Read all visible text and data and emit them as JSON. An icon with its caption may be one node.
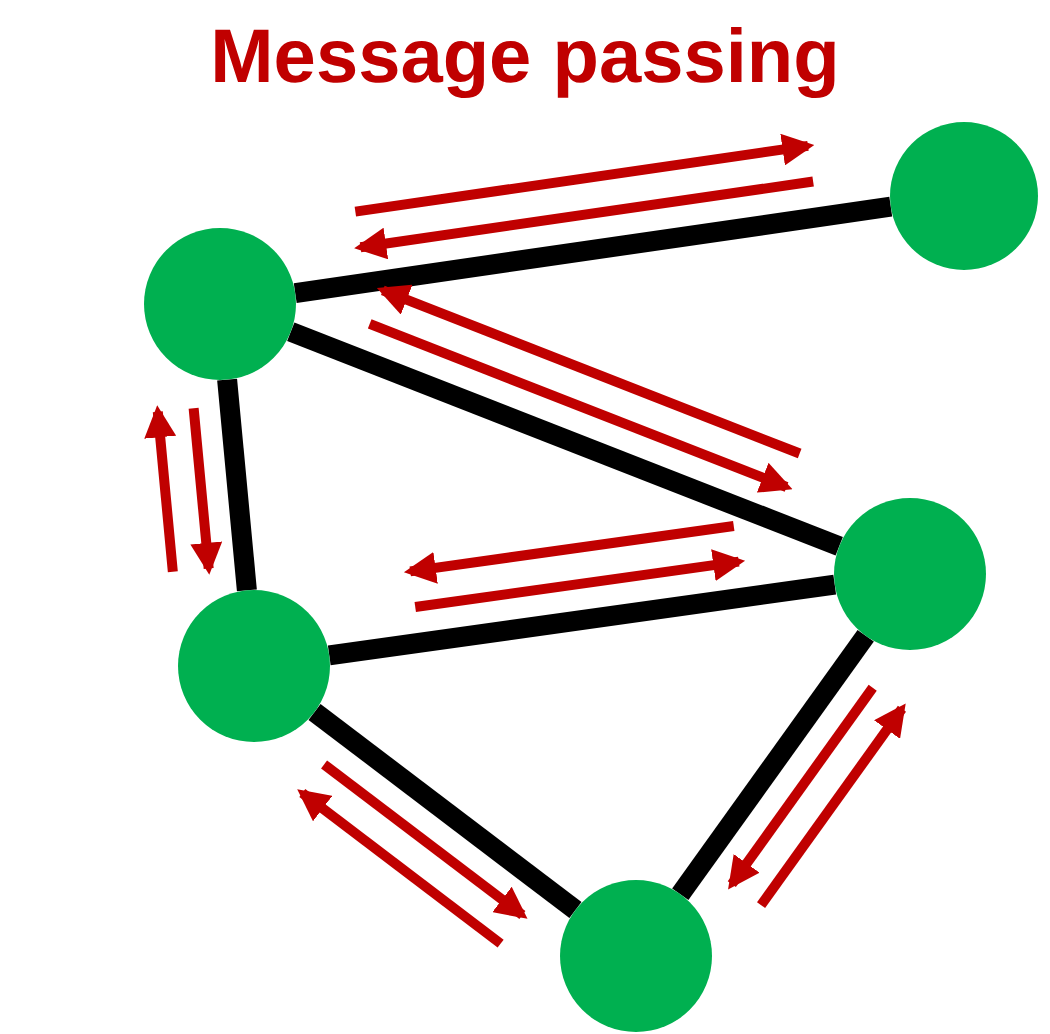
{
  "diagram": {
    "title": "Message passing",
    "nodes": [
      {
        "text": [],
        "shape": "circle"
      },
      {
        "text": [],
        "shape": "circle"
      },
      {
        "text": [],
        "shape": "circle"
      },
      {
        "text": [],
        "shape": "circle"
      },
      {
        "text": [],
        "shape": "circle"
      }
    ],
    "edges": [
      {
        "from": 0,
        "to": 1,
        "arrow": "none"
      },
      {
        "from": 1,
        "to": 2,
        "arrow": "none"
      },
      {
        "from": 1,
        "to": 3,
        "arrow": "none"
      },
      {
        "from": 3,
        "to": 2,
        "arrow": "none"
      },
      {
        "from": 3,
        "to": 4,
        "arrow": "none"
      },
      {
        "from": 2,
        "to": 4,
        "arrow": "none"
      }
    ]
  }
}
